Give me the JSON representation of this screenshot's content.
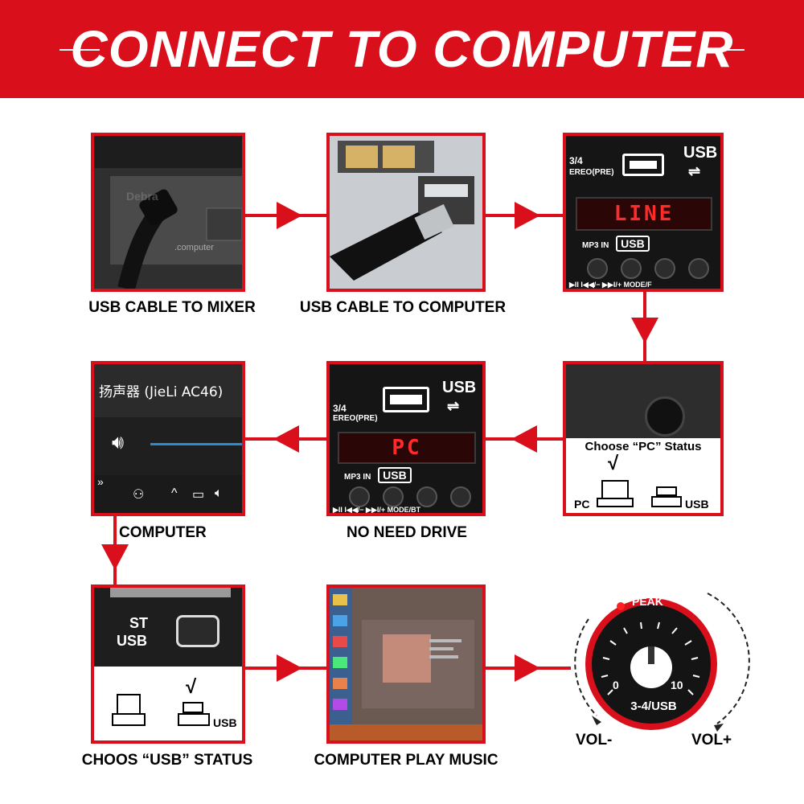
{
  "header": {
    "title": "CONNECT TO COMPUTER"
  },
  "steps": {
    "s1": {
      "caption": "USB CABLE TO MIXER",
      "img_text": ".computer"
    },
    "s2": {
      "caption": "USB CABLE TO COMPUTER"
    },
    "s3": {
      "top_left": "3/4",
      "top_left2": "EREO(PRE)",
      "usb_label": "USB",
      "display": "LINE",
      "mp3_label": "MP3 IN",
      "usb_badge": "USB",
      "btn_labels": "▶II   I◀◀/−   ▶▶I/+   MODE/F"
    },
    "s4": {
      "choose_text": "Choose “PC” Status",
      "check": "√",
      "pc_label": "PC",
      "usb_label": "USB"
    },
    "s5": {
      "caption": "NO NEED DRIVE",
      "top_left": "3/4",
      "top_left2": "EREO(PRE)",
      "usb_label": "USB",
      "display": "PC",
      "mp3_label": "MP3 IN",
      "usb_badge": "USB",
      "btn_labels": "▶II   I◀◀/−   ▶▶I/+   MODE/BT"
    },
    "s6": {
      "caption": "COMPUTER",
      "device_name": "扬声器 (JieLi AC46)"
    },
    "s7": {
      "caption": "CHOOS “USB” STATUS",
      "st_label": "ST",
      "usb_label": "USB",
      "check": "√",
      "usb_word": "USB"
    },
    "s8": {
      "caption": "COMPUTER PLAY MUSIC"
    },
    "s9": {
      "peak": "PEAK",
      "knob_label": "3-4/USB",
      "min": "0",
      "max": "10",
      "vol_minus": "VOL-",
      "vol_plus": "VOL+"
    }
  },
  "watermark": "Debra",
  "colors": {
    "brand_red": "#d9101c",
    "lcd_red": "#ff2a2a"
  }
}
